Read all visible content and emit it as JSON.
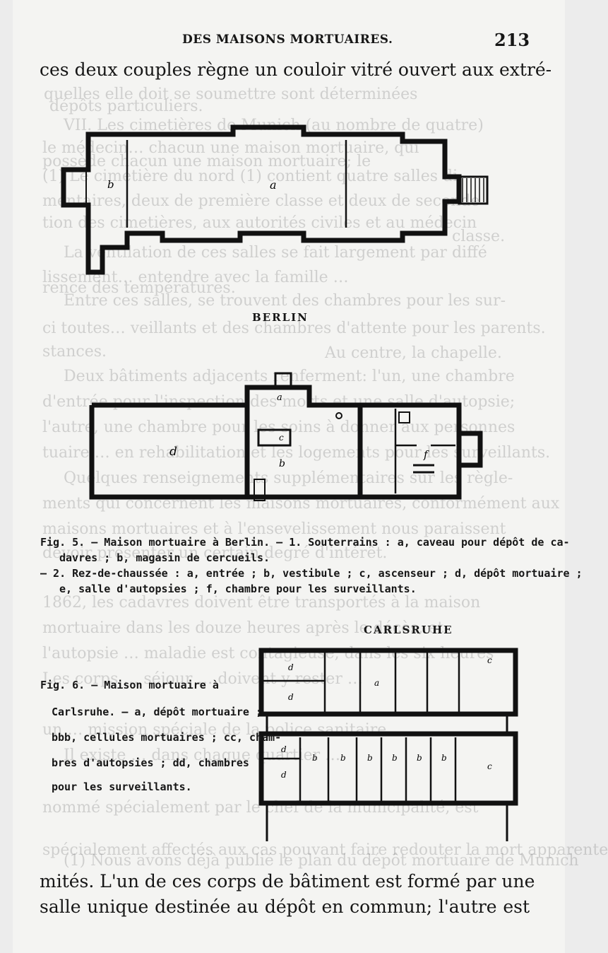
{
  "header": {
    "running_title": "DES MAISONS MORTUAIRES.",
    "page_number": "213"
  },
  "text": {
    "top_line": "ces deux couples règne un couloir vitré ouvert aux extré-",
    "bottom_line1": "mités. L'un de ces corps de bâtiment est formé par une",
    "bottom_line2": "salle unique destinée au dépôt en commun; l'autre est"
  },
  "bleed_lines": [
    "quelles elle doit se soumettre sont déterminées",
    "dépôts particuliers.",
    "VII. Les cimetières de Munich (au nombre de quatre)",
    "le médecin… chacun une maison mortuaire, qui",
    "possède chacun une maison mortuaire; le",
    "(1) Le cimetière du nord (1) contient quatre salles di",
    "mentaires, deux de première classe et deux de seconde",
    "tion des cimetières, aux autorités civiles et au médecin",
    "classe.",
    "La ventilation de ces salles se fait largement par diffé",
    "lissement… entendre avec la famille …",
    "rence des températures.",
    "Entre ces salles, se trouvent des chambres pour les sur-",
    "ci toutes… veillants et des chambres d'attente pour les parents.",
    "stances.",
    "Au centre, la chapelle.",
    "Deux bâtiments adjacents renferment: l'un, une chambre",
    "d'entrée pour l'inspection des morts et une salle d'autopsie;",
    "l'autre, une chambre pour les soins à donner aux personnes",
    "tuaire … en rehabilitation et les logements pour les surveillants.",
    "Quelques renseignements supplémentaires sur les règle-",
    "ments qui concernent les maisons mortuaires, conformément aux",
    "maisons mortuaires et à l'ensevelissement nous paraissent",
    "devoir présenter un certain degré d'intérêt.",
    "1862, les cadavres doivent être transportés à la maison",
    "mortuaire dans les douze heures après le décès, et",
    "l'autopsie … maladie est contagieuse, dans les six heures",
    "Les corps … séjour … doivent y rester …",
    "un … mission spéciale de la police sanitaire.",
    "Il existe … dans chaque quartier …",
    "nommé spécialement par le chef de la municipalité, est",
    "(1) Nous avons déjà publié le plan du dépôt mortuaire de Munich",
    "spécialement affectés aux cas pouvant faire redouter la mort apparente"
  ],
  "figures": {
    "berlin": {
      "label": "BERLIN",
      "rooms": {
        "a1": "a",
        "b1": "b",
        "a2": "a",
        "b2": "b",
        "c": "c",
        "d": "d",
        "f": "f"
      },
      "caption": [
        "Fig. 5. — Maison mortuaire à Berlin. — 1. Souterrains : a, caveau pour dépôt de ca-",
        "davres ; b, magasin de cercueils.",
        "— 2. Rez-de-chaussée : a, entrée ; b, vestibule ; c, ascenseur ; d, dépôt mortuaire ;",
        "e, salle d'autopsies ; f, chambre pour les surveillants."
      ]
    },
    "carlsruhe": {
      "label": "CARLSRUHE",
      "rooms": {
        "d1": "d",
        "d2": "d",
        "a": "a",
        "c1": "c",
        "d3": "d",
        "d4": "d",
        "b": "b",
        "c2": "c"
      },
      "caption": [
        "Fig. 6. — Maison mortuaire à",
        "Carlsruhe. — a, dépôt mortuaire ;",
        "bbb, cellules mortuaires ; cc, cham-",
        "bres d'autopsies ; dd, chambres",
        "pour les surveillants."
      ]
    }
  }
}
